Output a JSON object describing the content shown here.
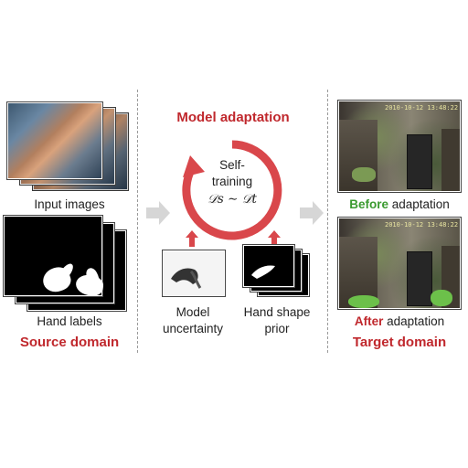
{
  "source": {
    "input_images_label": "Input images",
    "hand_labels_label": "Hand labels",
    "domain_label": "Source domain"
  },
  "middle": {
    "title": "Model adaptation",
    "cycle_line1": "Self-",
    "cycle_line2": "training",
    "cycle_formula": "𝒟s ∼ 𝒟t",
    "uncertainty_line1": "Model",
    "uncertainty_line2": "uncertainty",
    "prior_line1": "Hand shape",
    "prior_line2": "prior"
  },
  "target": {
    "before_word": "Before",
    "before_rest": " adaptation",
    "after_word": "After",
    "after_rest": " adaptation",
    "domain_label": "Target domain",
    "timestamp": "2010-10-12 13:48:22"
  },
  "colors": {
    "accent_red": "#c0282d",
    "accent_green": "#3a9a2f",
    "arrow_gray": "#d6d6d6",
    "cycle_red": "#d9474b"
  }
}
